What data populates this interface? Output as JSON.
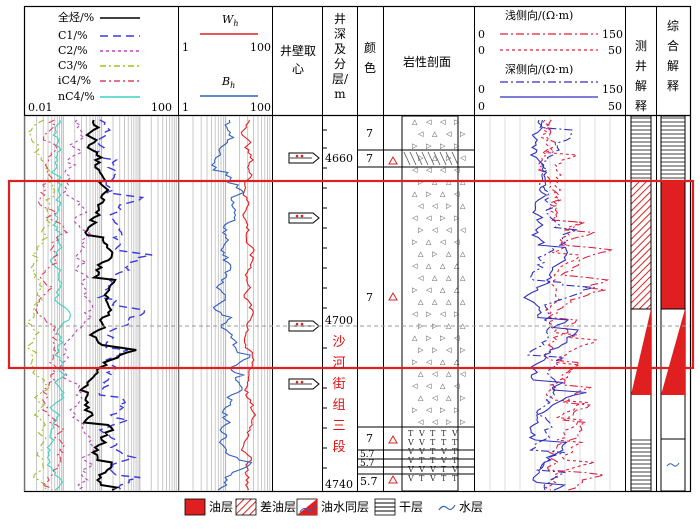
{
  "header": {
    "col1": {
      "series": [
        {
          "label": "全烃/%",
          "color": "#000000"
        },
        {
          "label": "C1/%",
          "color": "#3a3ae0"
        },
        {
          "label": "C2/%",
          "color": "#c040c0"
        },
        {
          "label": "C3/%",
          "color": "#a0c020"
        },
        {
          "label": "iC4/%",
          "color": "#e04060"
        },
        {
          "label": "nC4/%",
          "color": "#40d0c0"
        }
      ],
      "scale_min": "0.01",
      "scale_max": "100"
    },
    "col2": {
      "w_label": "W",
      "w_sub": "h",
      "b_label": "B",
      "b_sub": "h",
      "scale_min": "1",
      "scale_max": "100"
    },
    "col3": {
      "title": "井壁取心"
    },
    "col4": {
      "title": "井深及分层/m"
    },
    "col5": {
      "title": "颜色"
    },
    "col6": {
      "title": "岩性剖面"
    },
    "col7": {
      "shallow_title": "浅侧向/(Ω·m)",
      "deep_title": "深侧向/(Ω·m)",
      "rows": [
        {
          "min": "0",
          "max": "150"
        },
        {
          "min": "0",
          "max": "50"
        },
        {
          "min": "0",
          "max": "150"
        },
        {
          "min": "0",
          "max": "50"
        }
      ]
    },
    "col8": {
      "title": "测井解释"
    },
    "col9": {
      "title": "综合解释"
    }
  },
  "depth_ticks": [
    "4660",
    "4700",
    "4740"
  ],
  "formation": "沙河街组三段",
  "color_codes": [
    "7",
    "7",
    "7",
    "7",
    "5.7",
    "5.7",
    "5.7"
  ],
  "legend": [
    {
      "key": "oil",
      "label": "油层"
    },
    {
      "key": "poor",
      "label": "差油层"
    },
    {
      "key": "oilwater",
      "label": "油水同层"
    },
    {
      "key": "dry",
      "label": "干层"
    },
    {
      "key": "water",
      "label": "水层"
    }
  ],
  "colors": {
    "oil": "#e02020",
    "highlight": "#e02020",
    "water": "#3060c0"
  }
}
